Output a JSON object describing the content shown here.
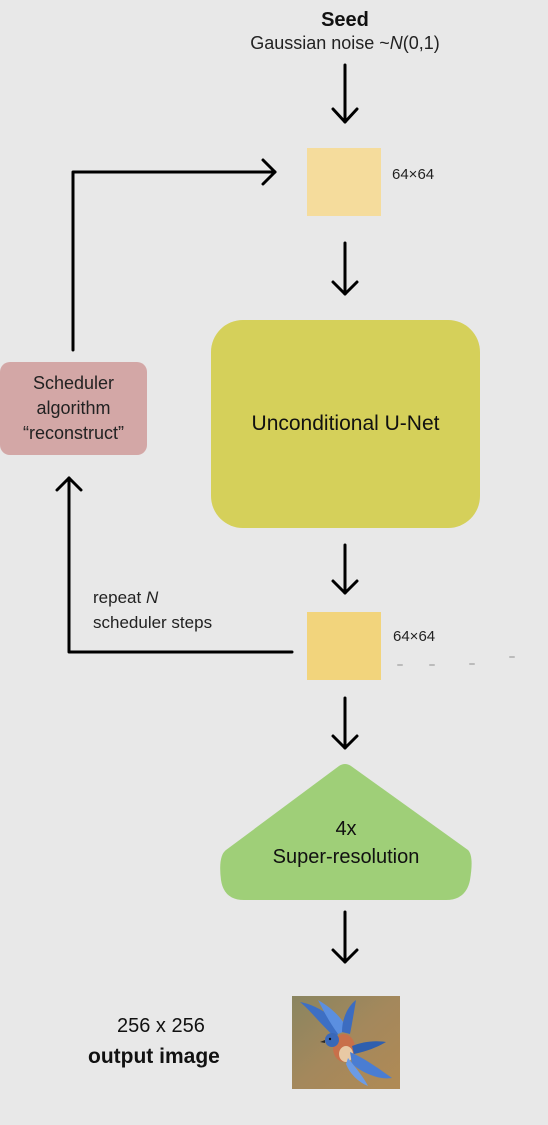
{
  "seed": {
    "title": "Seed",
    "subtitle_prefix": "Gaussian noise ~",
    "subtitle_n": "N",
    "subtitle_suffix": "(0,1)"
  },
  "latent_top": {
    "size": "64×64"
  },
  "unet": {
    "label": "Unconditional U-Net"
  },
  "scheduler": {
    "line1": "Scheduler",
    "line2": "algorithm",
    "line3": "“reconstruct”"
  },
  "loop": {
    "repeat_prefix": "repeat ",
    "repeat_n": "N",
    "repeat_line2": "scheduler steps"
  },
  "latent_bottom": {
    "size": "64×64"
  },
  "super_resolution": {
    "line1": "4x",
    "line2": "Super-resolution"
  },
  "output": {
    "size": "256 x 256",
    "label": "output image"
  },
  "colors": {
    "latent_top": "#f5dc9c",
    "latent_bottom": "#f2d47c",
    "unet": "#d5d05a",
    "scheduler": "#d3a7a6",
    "super_resolution": "#9fcf78",
    "background": "#e8e8e8"
  }
}
